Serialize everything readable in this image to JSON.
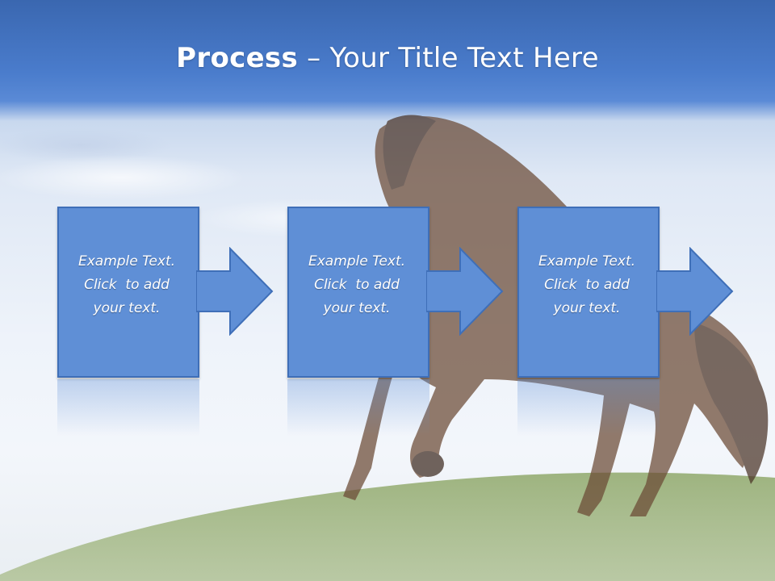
{
  "title": {
    "bold": "Process",
    "rest": " – Your Title Text Here"
  },
  "steps": [
    {
      "lines": [
        "Example Text.",
        "Click  to add",
        "your text."
      ]
    },
    {
      "lines": [
        "Example Text.",
        "Click  to add",
        "your text."
      ]
    },
    {
      "lines": [
        "Example Text.",
        "Click  to add",
        "your text."
      ]
    }
  ],
  "colors": {
    "box_fill": "#5f8fd6",
    "box_border": "#3f6fb8",
    "header_blue": "#3a67b0"
  },
  "icons": [
    "right-arrow-icon",
    "right-arrow-icon",
    "right-arrow-icon"
  ]
}
